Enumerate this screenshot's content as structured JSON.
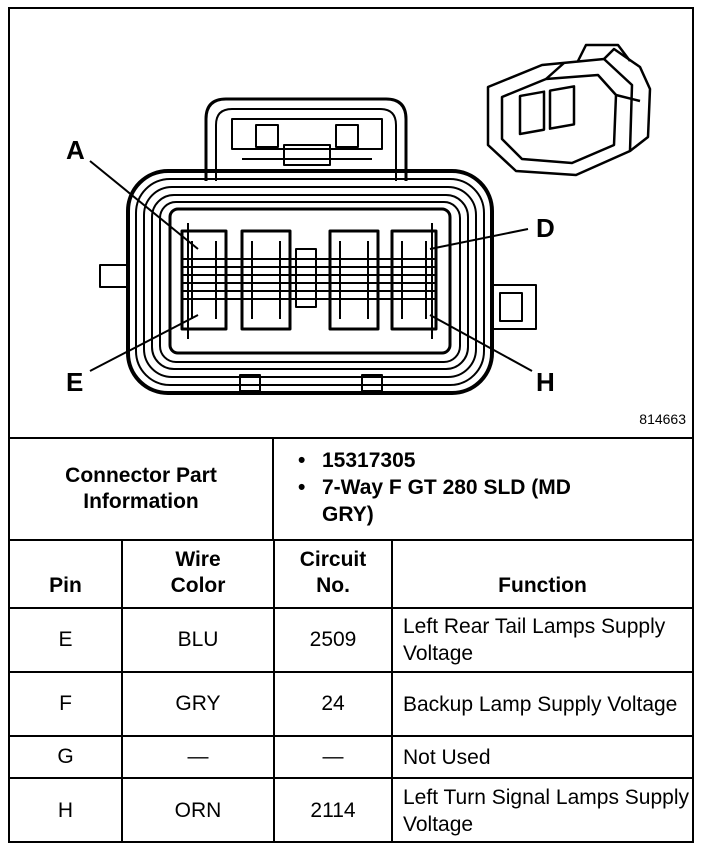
{
  "figure": {
    "pin_labels": [
      "A",
      "D",
      "E",
      "H"
    ],
    "figure_id": "814663"
  },
  "connector_info": {
    "title": "Connector Part Information",
    "items": [
      "15317305",
      "7-Way F GT 280 SLD (MD GRY)"
    ]
  },
  "pin_table": {
    "headers": {
      "pin": "Pin",
      "wire_color": "Wire Color",
      "circuit": "Circuit No.",
      "function": "Function"
    },
    "rows": [
      {
        "pin": "E",
        "wire_color": "BLU",
        "circuit": "2509",
        "function": "Left Rear Tail Lamps Supply Voltage"
      },
      {
        "pin": "F",
        "wire_color": "GRY",
        "circuit": "24",
        "function": "Backup Lamp Supply Voltage"
      },
      {
        "pin": "G",
        "wire_color": "—",
        "circuit": "—",
        "function": "Not Used"
      },
      {
        "pin": "H",
        "wire_color": "ORN",
        "circuit": "2114",
        "function": "Left Turn Signal Lamps Supply Voltage"
      }
    ]
  }
}
